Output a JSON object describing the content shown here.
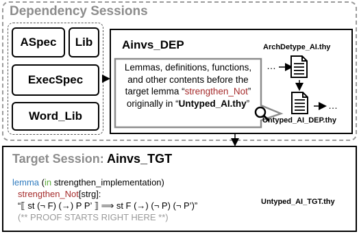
{
  "dependency": {
    "title": "Dependency Sessions",
    "libs": [
      "ASpec",
      "Lib",
      "ExecSpec",
      "Word_Lib"
    ],
    "main_title": "Ainvs_DEP",
    "callout": {
      "line1": "Lemmas, definitions, functions,",
      "line2": "and other contents before the",
      "line3_prefix": "target lemma “",
      "line3_lemma": "strengthen_Not",
      "line3_suffix": "”",
      "line4_prefix": "originally in “",
      "line4_file": "Untyped_AI.thy",
      "line4_suffix": "”"
    },
    "file_top": "ArchDetype_AI.thy",
    "file_bottom": "Untyped_AI_DEP.thy",
    "ellipsis_left": "…",
    "ellipsis_right": "…"
  },
  "target": {
    "title_prefix": "Target Session: ",
    "title_name": "Ainvs_TGT",
    "code": {
      "kw_lemma": "lemma",
      "paren_open": " (",
      "kw_in": "in",
      "context": " strengthen_implementation)",
      "lemma_name": "strengthen_Not",
      "lemma_attr": "[strg]:",
      "statement": "“⟦ st (¬ F) (→) P P’ ⟧ ⟹ st F (→) (¬ P) (¬ P’)”",
      "comment": "(** PROOF STARTS RIGHT HERE **)"
    },
    "file": "Untyped_AI_TGT.thy"
  },
  "colors": {
    "keyword": "#2f7bbf",
    "in_keyword": "#5aaa3a",
    "lemma_name": "#a52a2a",
    "comment": "#9a9a9a",
    "title": "#8c8c8c"
  },
  "icons": [
    "file-icon",
    "magnifier-icon",
    "arrow-icon"
  ]
}
